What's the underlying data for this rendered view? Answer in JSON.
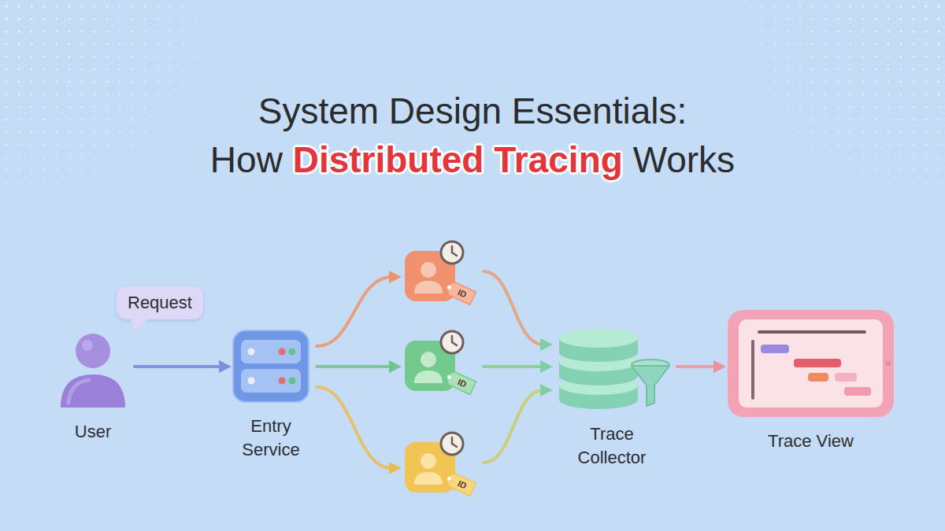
{
  "diagram": {
    "title": "System Design Essentials: How Distributed Tracing Works",
    "nodes": [
      {
        "text": [
          "User"
        ]
      },
      {
        "text": [
          "Request"
        ]
      },
      {
        "text": [
          "Entry Service"
        ]
      },
      {
        "text": [
          "ID"
        ]
      },
      {
        "text": [
          "ID"
        ]
      },
      {
        "text": [
          "ID"
        ]
      },
      {
        "text": [
          "Trace Collector"
        ]
      },
      {
        "text": [
          "Trace View"
        ]
      }
    ],
    "edges": [
      {
        "from": 0,
        "to": 2,
        "arrow": "to"
      },
      {
        "from": 2,
        "to": 3,
        "arrow": "to"
      },
      {
        "from": 2,
        "to": 4,
        "arrow": "to"
      },
      {
        "from": 2,
        "to": 5,
        "arrow": "to"
      },
      {
        "from": 3,
        "to": 6,
        "arrow": "to"
      },
      {
        "from": 4,
        "to": 6,
        "arrow": "to"
      },
      {
        "from": 5,
        "to": 6,
        "arrow": "to"
      },
      {
        "from": 6,
        "to": 7,
        "arrow": "to"
      }
    ]
  }
}
